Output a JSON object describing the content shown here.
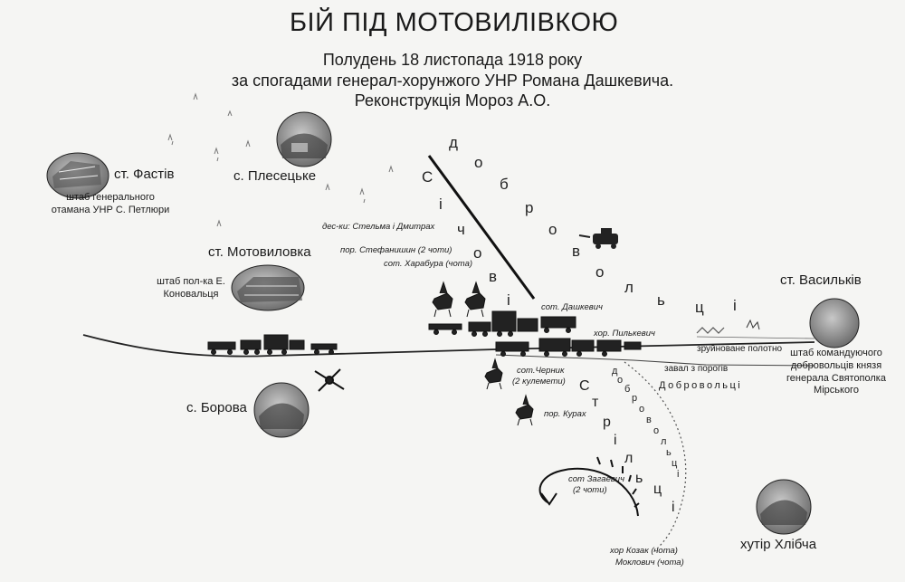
{
  "title": {
    "main": "БІЙ ПІД МОТОВИЛІВКОЮ",
    "line2": "Полудень 18 листопада 1918 року",
    "line3": "за спогадами генерал-хорунжого УНР Романа Дашкевича.",
    "line4": "Реконструкція Мороз А.О."
  },
  "places": {
    "fastiv": "ст. Фастів",
    "fastiv_note": "штаб генерального отамана УНР С. Петлюри",
    "plesetske": "с. Плесецьке",
    "motovylovka": "ст. Мотовиловка",
    "motovylovka_note": "штаб пол-ка Е. Коновальця",
    "borova": "с. Борова",
    "vasylkiv": "ст. Васильків",
    "vasylkiv_note": "штаб командуючого добровольців князя генерала Святополка Мірського",
    "khlibcha": "хутір Хлібча"
  },
  "units": {
    "stelma": "дес-ки: Стельма і Дмитрах",
    "stefanyshyn": "пор. Стефанишин (2 чоти)",
    "kharabura": "сот. Харабура (чота)",
    "dashkevych": "сот. Дашкевич",
    "pylkevych": "хор. Пилькевич",
    "chernyk_name": "сот.Черник",
    "chernyk_note": "(2 кулемети)",
    "kurakh": "пор. Курах",
    "zahevych_name": "сот Загаевич",
    "zahevych_note": "(2 чоти)",
    "kozak": "хор Козак (чота)",
    "moklovych": "Моклович (чота)"
  },
  "features": {
    "destroyed_track": "зруйноване полотно",
    "blockage": "завал з порогів",
    "dobrovoltsi_line": "Добровольці"
  },
  "vertical_labels": {
    "sichovi": [
      "С",
      "і",
      "ч",
      "о",
      "в",
      "і"
    ],
    "dobrovoltsi_arc": [
      "д",
      "о",
      "б",
      "р",
      "о",
      "в",
      "о",
      "л",
      "ь",
      "ц",
      "і"
    ],
    "striltsi": [
      "С",
      "т",
      "р",
      "і",
      "л",
      "ь",
      "ц",
      "і"
    ],
    "dobrovoltsi_small": [
      "д",
      "о",
      "б",
      "р",
      "о",
      "в",
      "о",
      "л",
      "ь",
      "ц",
      "і"
    ]
  },
  "icons": [
    "fastiv-station-photo",
    "plesetske-village-photo",
    "motovylovka-station-photo",
    "borova-village-photo",
    "vasylkiv-station-circle",
    "khlibcha-village-photo",
    "cavalry-icon",
    "armored-train-icon",
    "armored-car-icon",
    "biplane-icon"
  ]
}
